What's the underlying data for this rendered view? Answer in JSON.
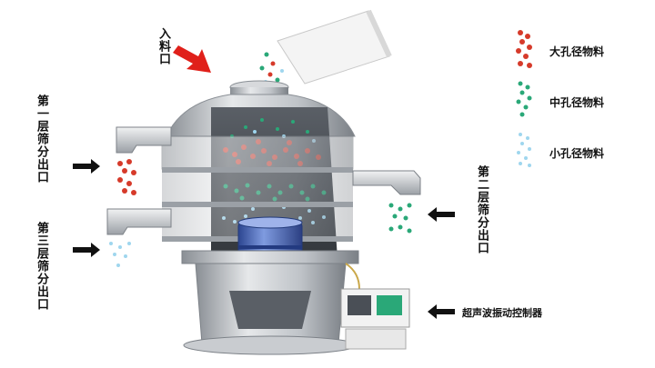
{
  "labels": {
    "inlet": "入料口",
    "outlet_1": "第一层筛分出口",
    "outlet_2": "第二层筛分出口",
    "outlet_3": "第三层筛分出口",
    "controller": "超声波振动控制器"
  },
  "legend": [
    {
      "label": "大孔径物料",
      "color": "#d63a2a",
      "icon": "red-particles"
    },
    {
      "label": "中孔径物料",
      "color": "#2aa878",
      "icon": "green-particles"
    },
    {
      "label": "小孔径物料",
      "color": "#9fd6ee",
      "icon": "blue-particles"
    }
  ],
  "colors": {
    "metal": "#b8bcc2",
    "metal_dark": "#7d8288",
    "motor": "#4f6fc4",
    "arrow_red": "#e0201a",
    "arrow_black": "#111111"
  }
}
